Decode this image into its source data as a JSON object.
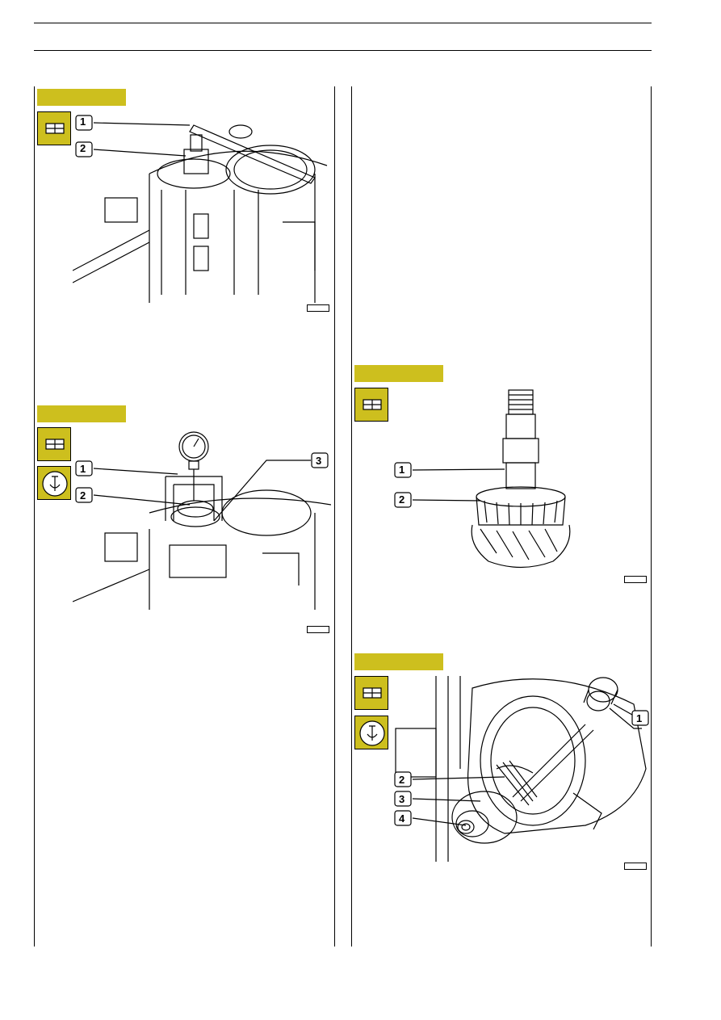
{
  "header": {
    "left": "",
    "right": ""
  },
  "figures": [
    {
      "id": "fig-a",
      "callouts": [
        "1",
        "2"
      ]
    },
    {
      "id": "fig-b",
      "callouts": [
        "1",
        "2",
        "3"
      ]
    },
    {
      "id": "fig-c",
      "callouts": [
        "1",
        "2"
      ]
    },
    {
      "id": "fig-d",
      "callouts": [
        "1",
        "2",
        "3",
        "4"
      ]
    }
  ],
  "icons": [
    "assembly-icon",
    "measure-icon"
  ],
  "colors": {
    "accent": "#cdbf1e",
    "line": "#000000"
  }
}
